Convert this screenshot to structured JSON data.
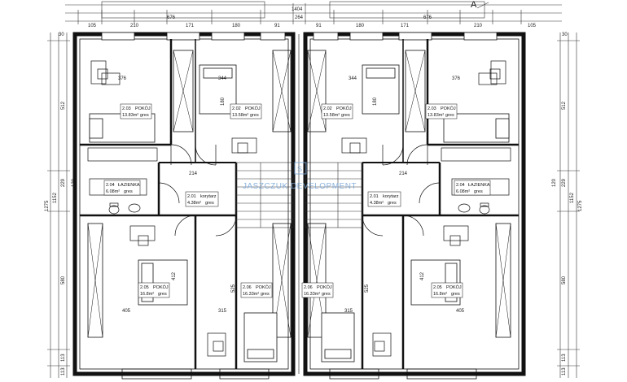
{
  "top_dims": {
    "overall": "1404",
    "mid": "264",
    "left_total": "676",
    "right_total": "676",
    "left_row": [
      "105",
      "210",
      "171",
      "180",
      "91"
    ],
    "right_row": [
      "91",
      "180",
      "171",
      "210",
      "105"
    ],
    "small": [
      "30",
      "30"
    ]
  },
  "side_dims_left": [
    "512",
    "1152",
    "1275",
    "580",
    "113",
    "113",
    "229",
    "120"
  ],
  "side_dims_right": [
    "512",
    "1152",
    "1275",
    "580",
    "113",
    "113",
    "229",
    "120"
  ],
  "room_dims": {
    "r203": "376",
    "r202": "344",
    "r214": "214",
    "r205": "405",
    "r206": "315",
    "r412": "412",
    "r525": "525",
    "r180": "180"
  },
  "rooms": {
    "left": {
      "r203": {
        "num": "2.03",
        "name": "POKÓJ",
        "area": "13.83m²",
        "floor": "gres"
      },
      "r202": {
        "num": "2.02",
        "name": "POKÓJ",
        "area": "13.58m²",
        "floor": "gres"
      },
      "r204": {
        "num": "2.04",
        "name": "ŁAZIENKA",
        "area": "6.08m²",
        "floor": "gres"
      },
      "r201": {
        "num": "2.01",
        "name": "korytarz",
        "area": "4.38m²",
        "floor": "gres"
      },
      "r205": {
        "num": "2.05",
        "name": "POKÓJ",
        "area": "16.8m²",
        "floor": "gres"
      },
      "r206": {
        "num": "2.06",
        "name": "POKÓJ",
        "area": "16.33m²",
        "floor": "gres"
      }
    },
    "right": {
      "r203": {
        "num": "2.03",
        "name": "POKÓJ",
        "area": "13.83m²",
        "floor": "gres"
      },
      "r202": {
        "num": "2.02",
        "name": "POKÓJ",
        "area": "13.58m²",
        "floor": "gres"
      },
      "r204": {
        "num": "2.04",
        "name": "ŁAZIENKA",
        "area": "6.08m²",
        "floor": "gres"
      },
      "r201": {
        "num": "2.01",
        "name": "korytarz",
        "area": "4.38m²",
        "floor": "gres"
      },
      "r205": {
        "num": "2.05",
        "name": "POKÓJ",
        "area": "16.8m²",
        "floor": "gres"
      },
      "r206": {
        "num": "2.06",
        "name": "POKÓJ",
        "area": "16.33m²",
        "floor": "gres"
      }
    }
  },
  "watermark": "JASZCZUK DEVELOPMENT",
  "section_marker": "A",
  "colors": {
    "lines": "#111111",
    "watermark": "#7aa7d8",
    "background": "#ffffff"
  }
}
